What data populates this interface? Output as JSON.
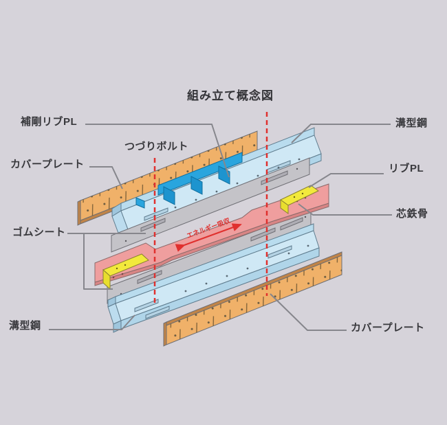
{
  "title": "組み立て概念図",
  "diagram": {
    "labels": {
      "stiffener_rib_pl": "補剛リブPL",
      "tsuzuri_bolt": "つづりボルト",
      "cover_plate_left": "カバープレート",
      "rubber_sheet": "ゴムシート",
      "channel_steel_left": "溝型鋼",
      "channel_steel_right": "溝型鋼",
      "rib_pl": "リブPL",
      "core_steel": "芯鉄骨",
      "cover_plate_right": "カバープレート"
    },
    "annotations": {
      "energy_arrow_text": "エネルギー吸収"
    },
    "colors": {
      "background": "#d6d3da",
      "cover_plate": "#f0b169",
      "cover_plate_edge": "#c08448",
      "channel_steel": "#cfe8f5",
      "stiffener_rib": "#29a5de",
      "rubber_sheet": "#c4c3c8",
      "core_steel": "#ef9e9e",
      "rib_pl": "#f2e93c",
      "bolt_line": "#e0302e",
      "leader_line": "#86868c",
      "label_text": "#39393d"
    }
  }
}
